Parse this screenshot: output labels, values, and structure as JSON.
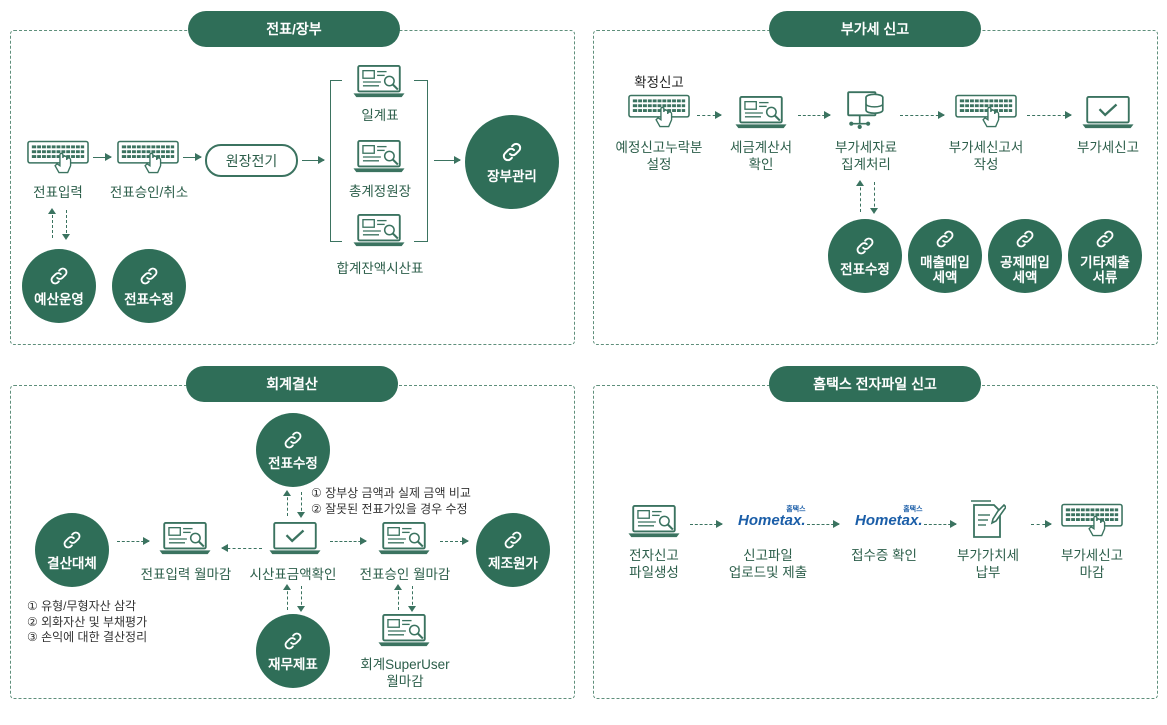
{
  "sections": {
    "journal": {
      "title": "전표/장부",
      "nodes": {
        "entry": "전표입력",
        "approve": "전표승인/취소",
        "ledger_post": "원장전기",
        "daily": "일계표",
        "general": "총계정원장",
        "trial": "합계잔액시산표",
        "ledger_mgmt": "장부관리",
        "budget": "예산운영",
        "voucher_edit": "전표수정"
      }
    },
    "vat": {
      "title": "부가세 신고",
      "nodes": {
        "confirm_label": "확정신고",
        "preliminary": [
          "예정신고누락분",
          "설정"
        ],
        "invoice": [
          "세금계산서",
          "확인"
        ],
        "aggregate": [
          "부가세자료",
          "집계처리"
        ],
        "write": [
          "부가세신고서",
          "작성"
        ],
        "file": "부가세신고",
        "voucher_edit": "전표수정",
        "sales": [
          "매출매입",
          "세액"
        ],
        "deduction": [
          "공제매입",
          "세액"
        ],
        "other_docs": [
          "기타제출",
          "서류"
        ]
      }
    },
    "closing": {
      "title": "회계결산",
      "nodes": {
        "closing_entry": "결산대체",
        "entry_close": "전표입력 월마감",
        "trial_check": "시산표금액확인",
        "approve_close": "전표승인 월마감",
        "cost": "제조원가",
        "voucher_edit": "전표수정",
        "fin_stmt": "재무제표",
        "superuser": [
          "회계SuperUser",
          "월마감"
        ]
      },
      "notes_top": [
        "① 장부상 금액과 실제 금액 비교",
        "② 잘못된 전표가있을 경우 수정"
      ],
      "notes_left": [
        "① 유형/무형자산 삼각",
        "② 외화자산 및 부채평가",
        "③ 손익에 대한 결산정리"
      ]
    },
    "hometax": {
      "title": "홈택스 전자파일 신고",
      "brand": {
        "small": "홈택스",
        "name": "Hometax."
      },
      "nodes": {
        "create": [
          "전자신고",
          "파일생성"
        ],
        "upload": [
          "신고파일",
          "업로드및 제출"
        ],
        "receipt": "접수증 확인",
        "pay": [
          "부가가치세",
          "납부"
        ],
        "close": [
          "부가세신고",
          "마감"
        ]
      }
    }
  },
  "colors": {
    "primary": "#2f6e58",
    "line": "#3b7360",
    "text": "#2c5e4a",
    "brand": "#1b5ea8"
  }
}
